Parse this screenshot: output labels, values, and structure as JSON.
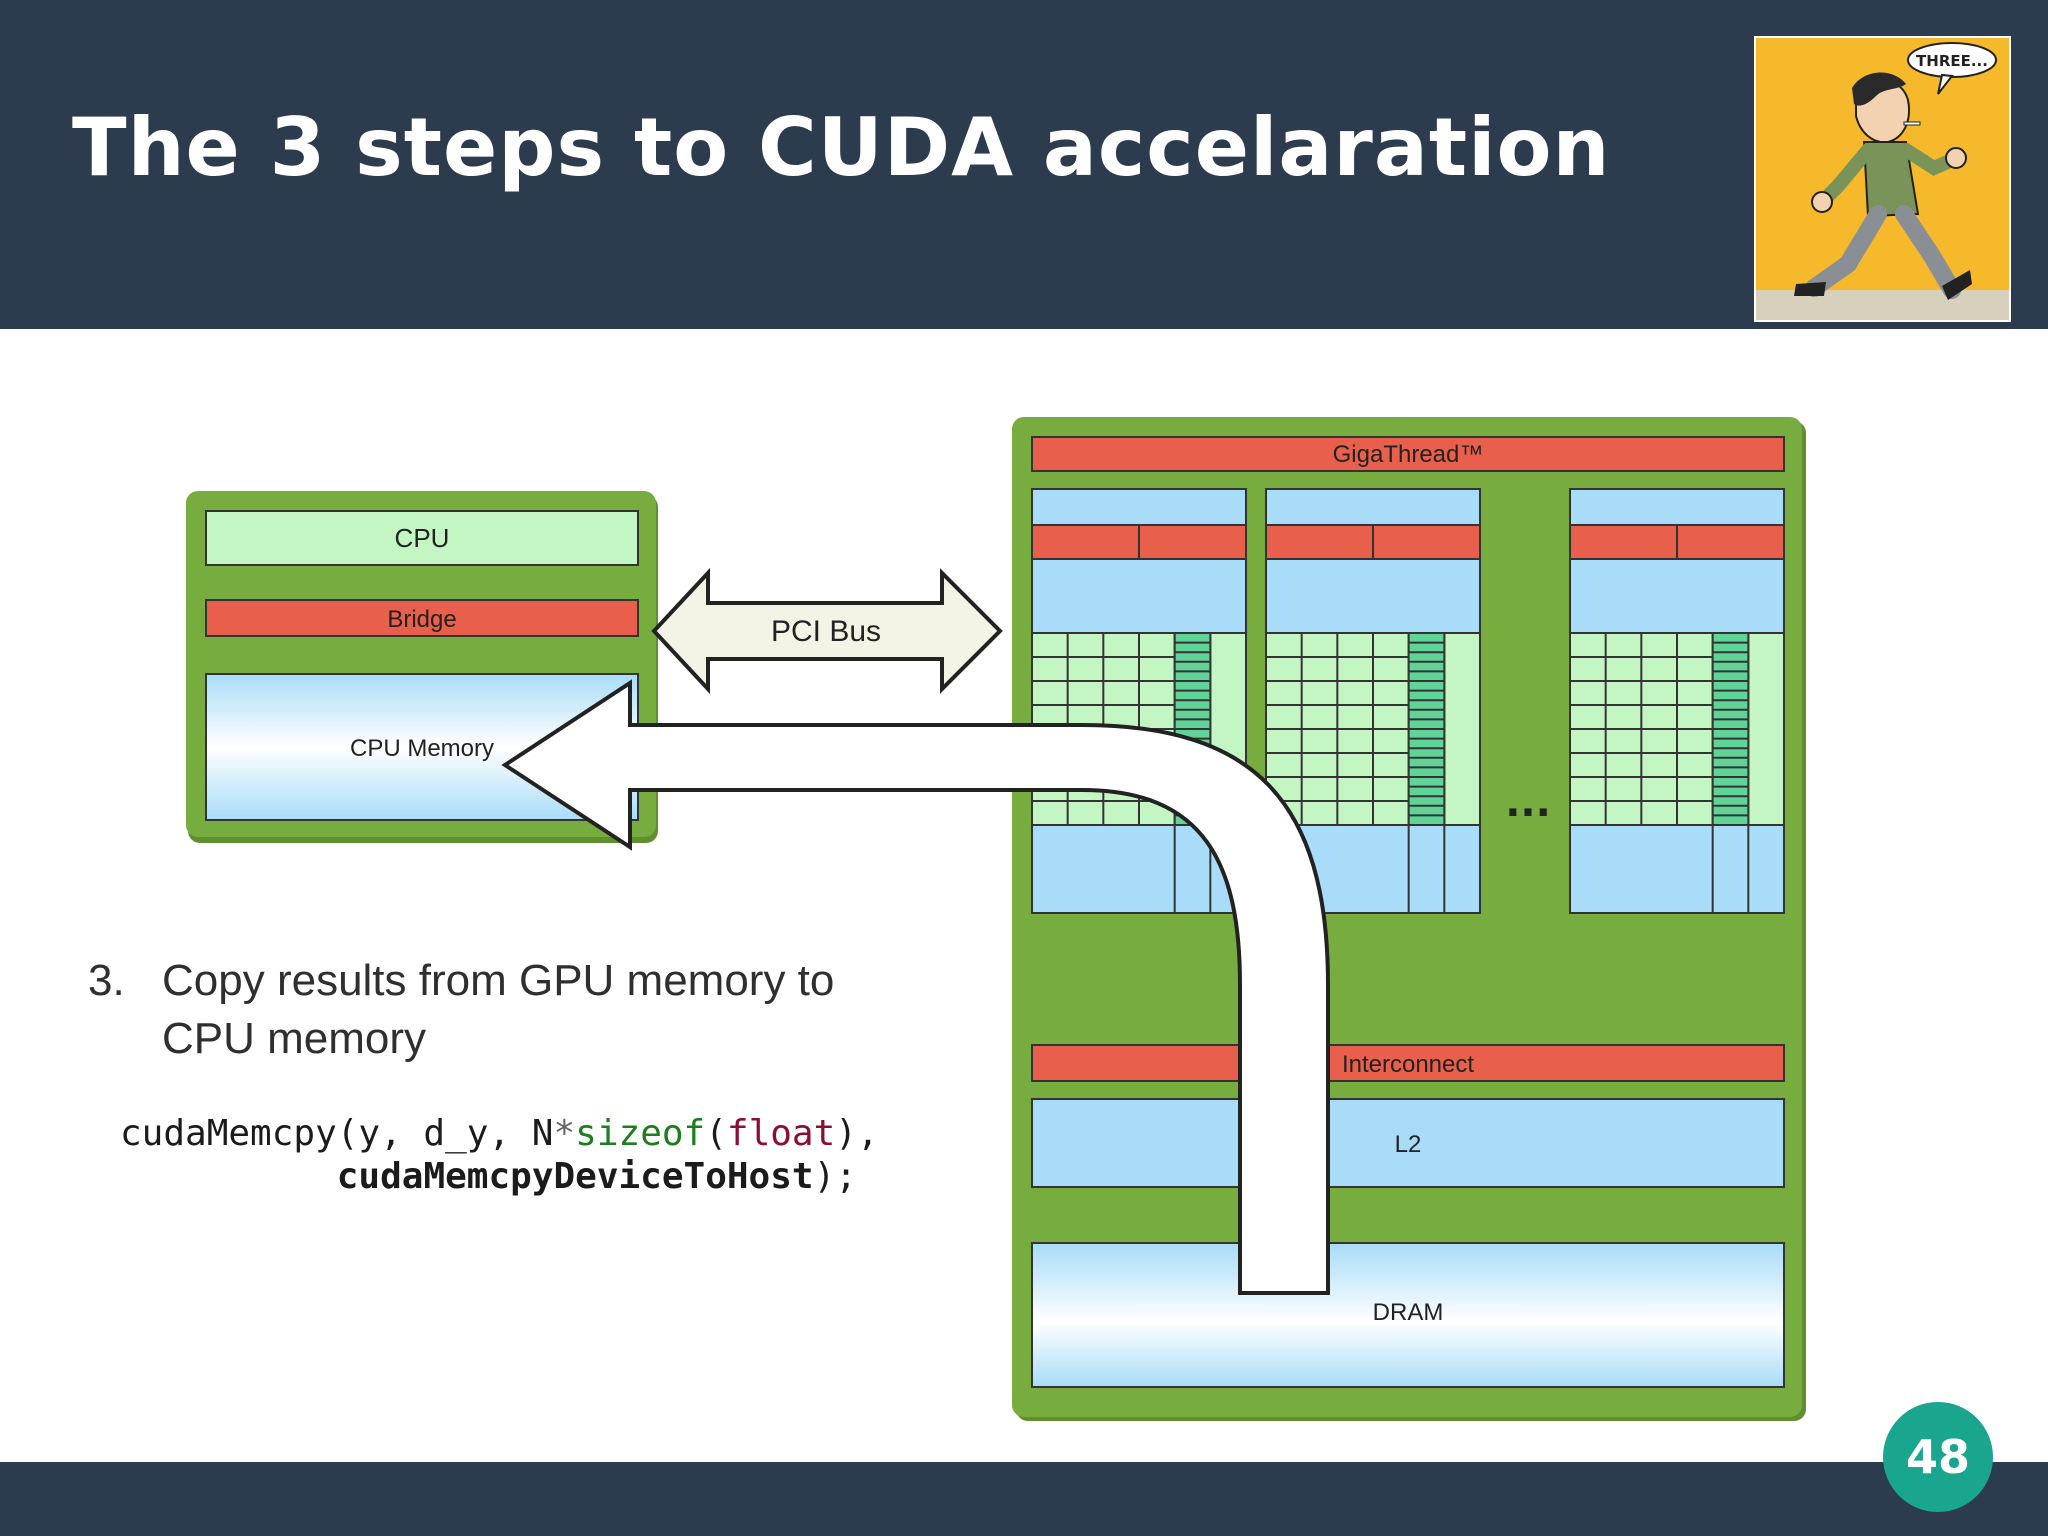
{
  "slide": {
    "title": "The 3 steps to CUDA accelaration",
    "page_number": "48",
    "comic_caption": "THREE..."
  },
  "diagram": {
    "cpu": "CPU",
    "bridge": "Bridge",
    "cpu_memory": "CPU Memory",
    "pci_bus": "PCI Bus",
    "gigathread": "GigaThread™",
    "ellipsis": "...",
    "interconnect": "Interconnect",
    "l2": "L2",
    "dram": "DRAM"
  },
  "step": {
    "number": "3.",
    "text_line1": "Copy results from GPU memory to",
    "text_line2": "CPU memory"
  },
  "code": {
    "l1_a": "cudaMemcpy(y, d_y, N",
    "l1_op": "*",
    "l1_kw": "sizeof",
    "l1_p1": "(",
    "l1_ty": "float",
    "l1_p2": "),",
    "l2_indent": "          ",
    "l2_bold": "cudaMemcpyDeviceToHost",
    "l2_end": ");"
  },
  "colors": {
    "header_bg": "#2d3b4e",
    "gpu_green": "#77ad3e",
    "red_band": "#e8604c",
    "light_blue": "#a8dcf8",
    "light_green": "#c4f6c4",
    "badge": "#1aa58f"
  }
}
